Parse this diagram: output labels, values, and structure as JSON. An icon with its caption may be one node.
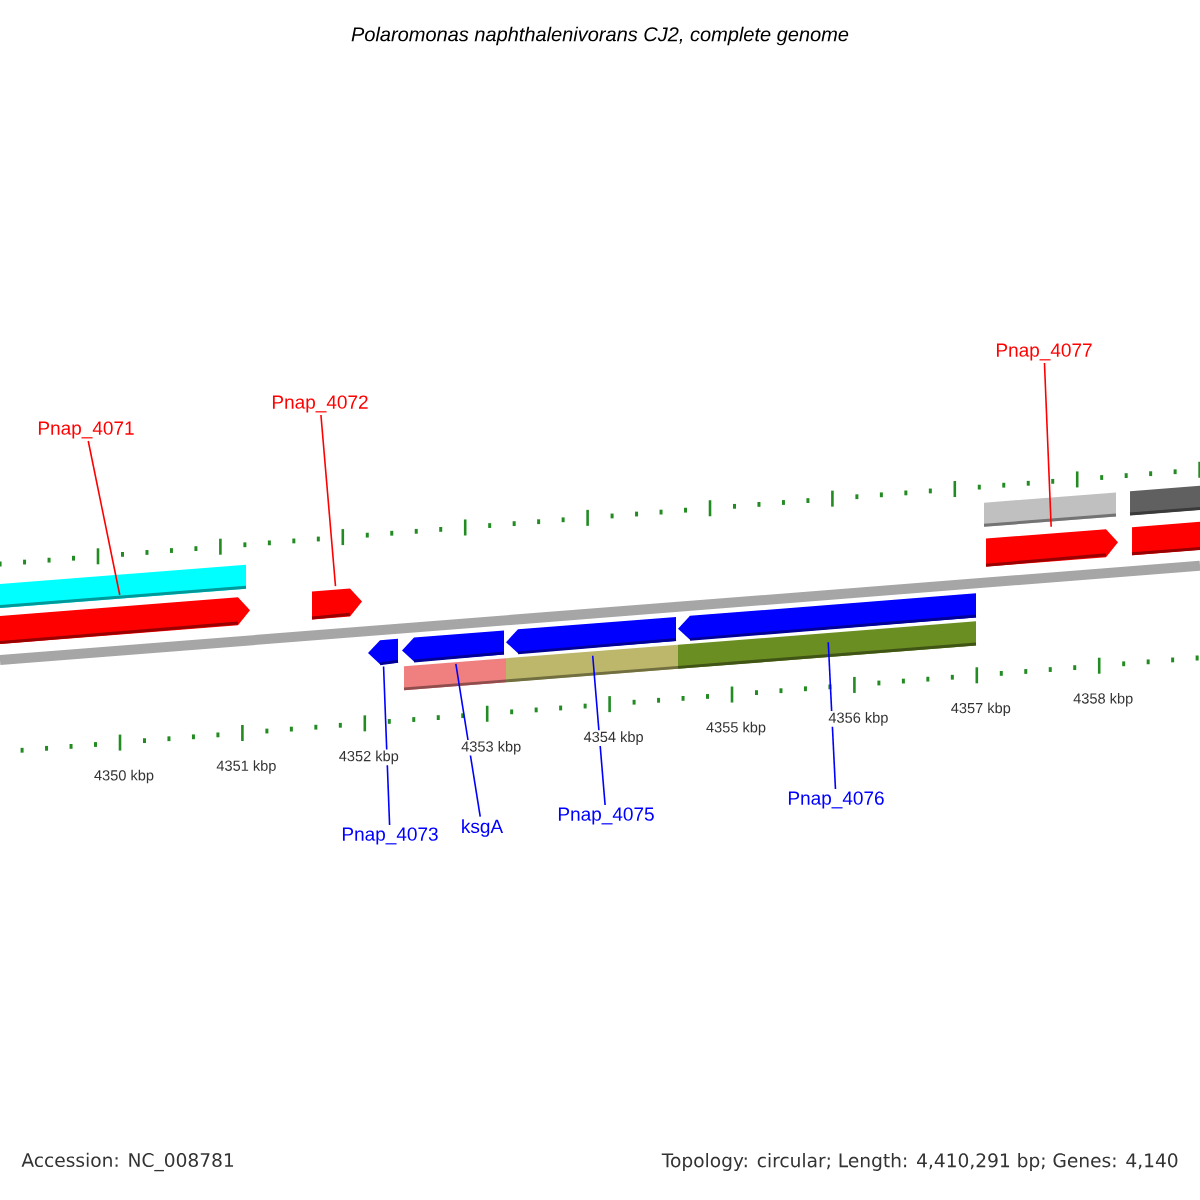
{
  "diagram": {
    "title": "Polaromonas naphthalenivorans CJ2, complete genome",
    "nodes": [
      {
        "text": [
          "Pnap_4077"
        ]
      },
      {
        "text": [
          "Pnap_4072"
        ]
      },
      {
        "text": [
          "Pnap_4071"
        ]
      },
      {
        "text": [
          "Pnap_4073"
        ]
      },
      {
        "text": [
          "ksgA"
        ]
      },
      {
        "text": [
          "Pnap_4075"
        ]
      },
      {
        "text": [
          "Pnap_4076"
        ]
      },
      {
        "text": [],
        "shape": "arrow"
      },
      {
        "text": [],
        "shape": "arrow"
      },
      {
        "text": [],
        "shape": "arrow"
      },
      {
        "text": [],
        "shape": "arrow"
      },
      {
        "text": [],
        "shape": "arrow"
      },
      {
        "text": [],
        "shape": "arrow"
      },
      {
        "text": [],
        "shape": "arrow"
      }
    ],
    "edges": [
      {
        "from": 0,
        "to": 9,
        "arrow": "none",
        "color": "#ff0000"
      },
      {
        "from": 1,
        "to": 8,
        "arrow": "none",
        "color": "#ff0000"
      },
      {
        "from": 2,
        "to": 7,
        "arrow": "none",
        "color": "#ff0000"
      },
      {
        "from": 3,
        "to": 10,
        "arrow": "none",
        "color": "#0000ff"
      },
      {
        "from": 4,
        "to": 11,
        "arrow": "none",
        "color": "#0000ff"
      },
      {
        "from": 5,
        "to": 12,
        "arrow": "none",
        "color": "#0000ff"
      },
      {
        "from": 6,
        "to": 13,
        "arrow": "none",
        "color": "#0000ff"
      }
    ],
    "labels": [
      "4350 kbp",
      "4351 kbp",
      "4352 kbp",
      "4353 kbp",
      "4354 kbp",
      "4355 kbp",
      "4356 kbp",
      "4357 kbp",
      "4358 kbp",
      "Accession: NC_008781",
      "Topology: circular; Length: 4,410,291 bp; Genes: 4,140"
    ]
  }
}
